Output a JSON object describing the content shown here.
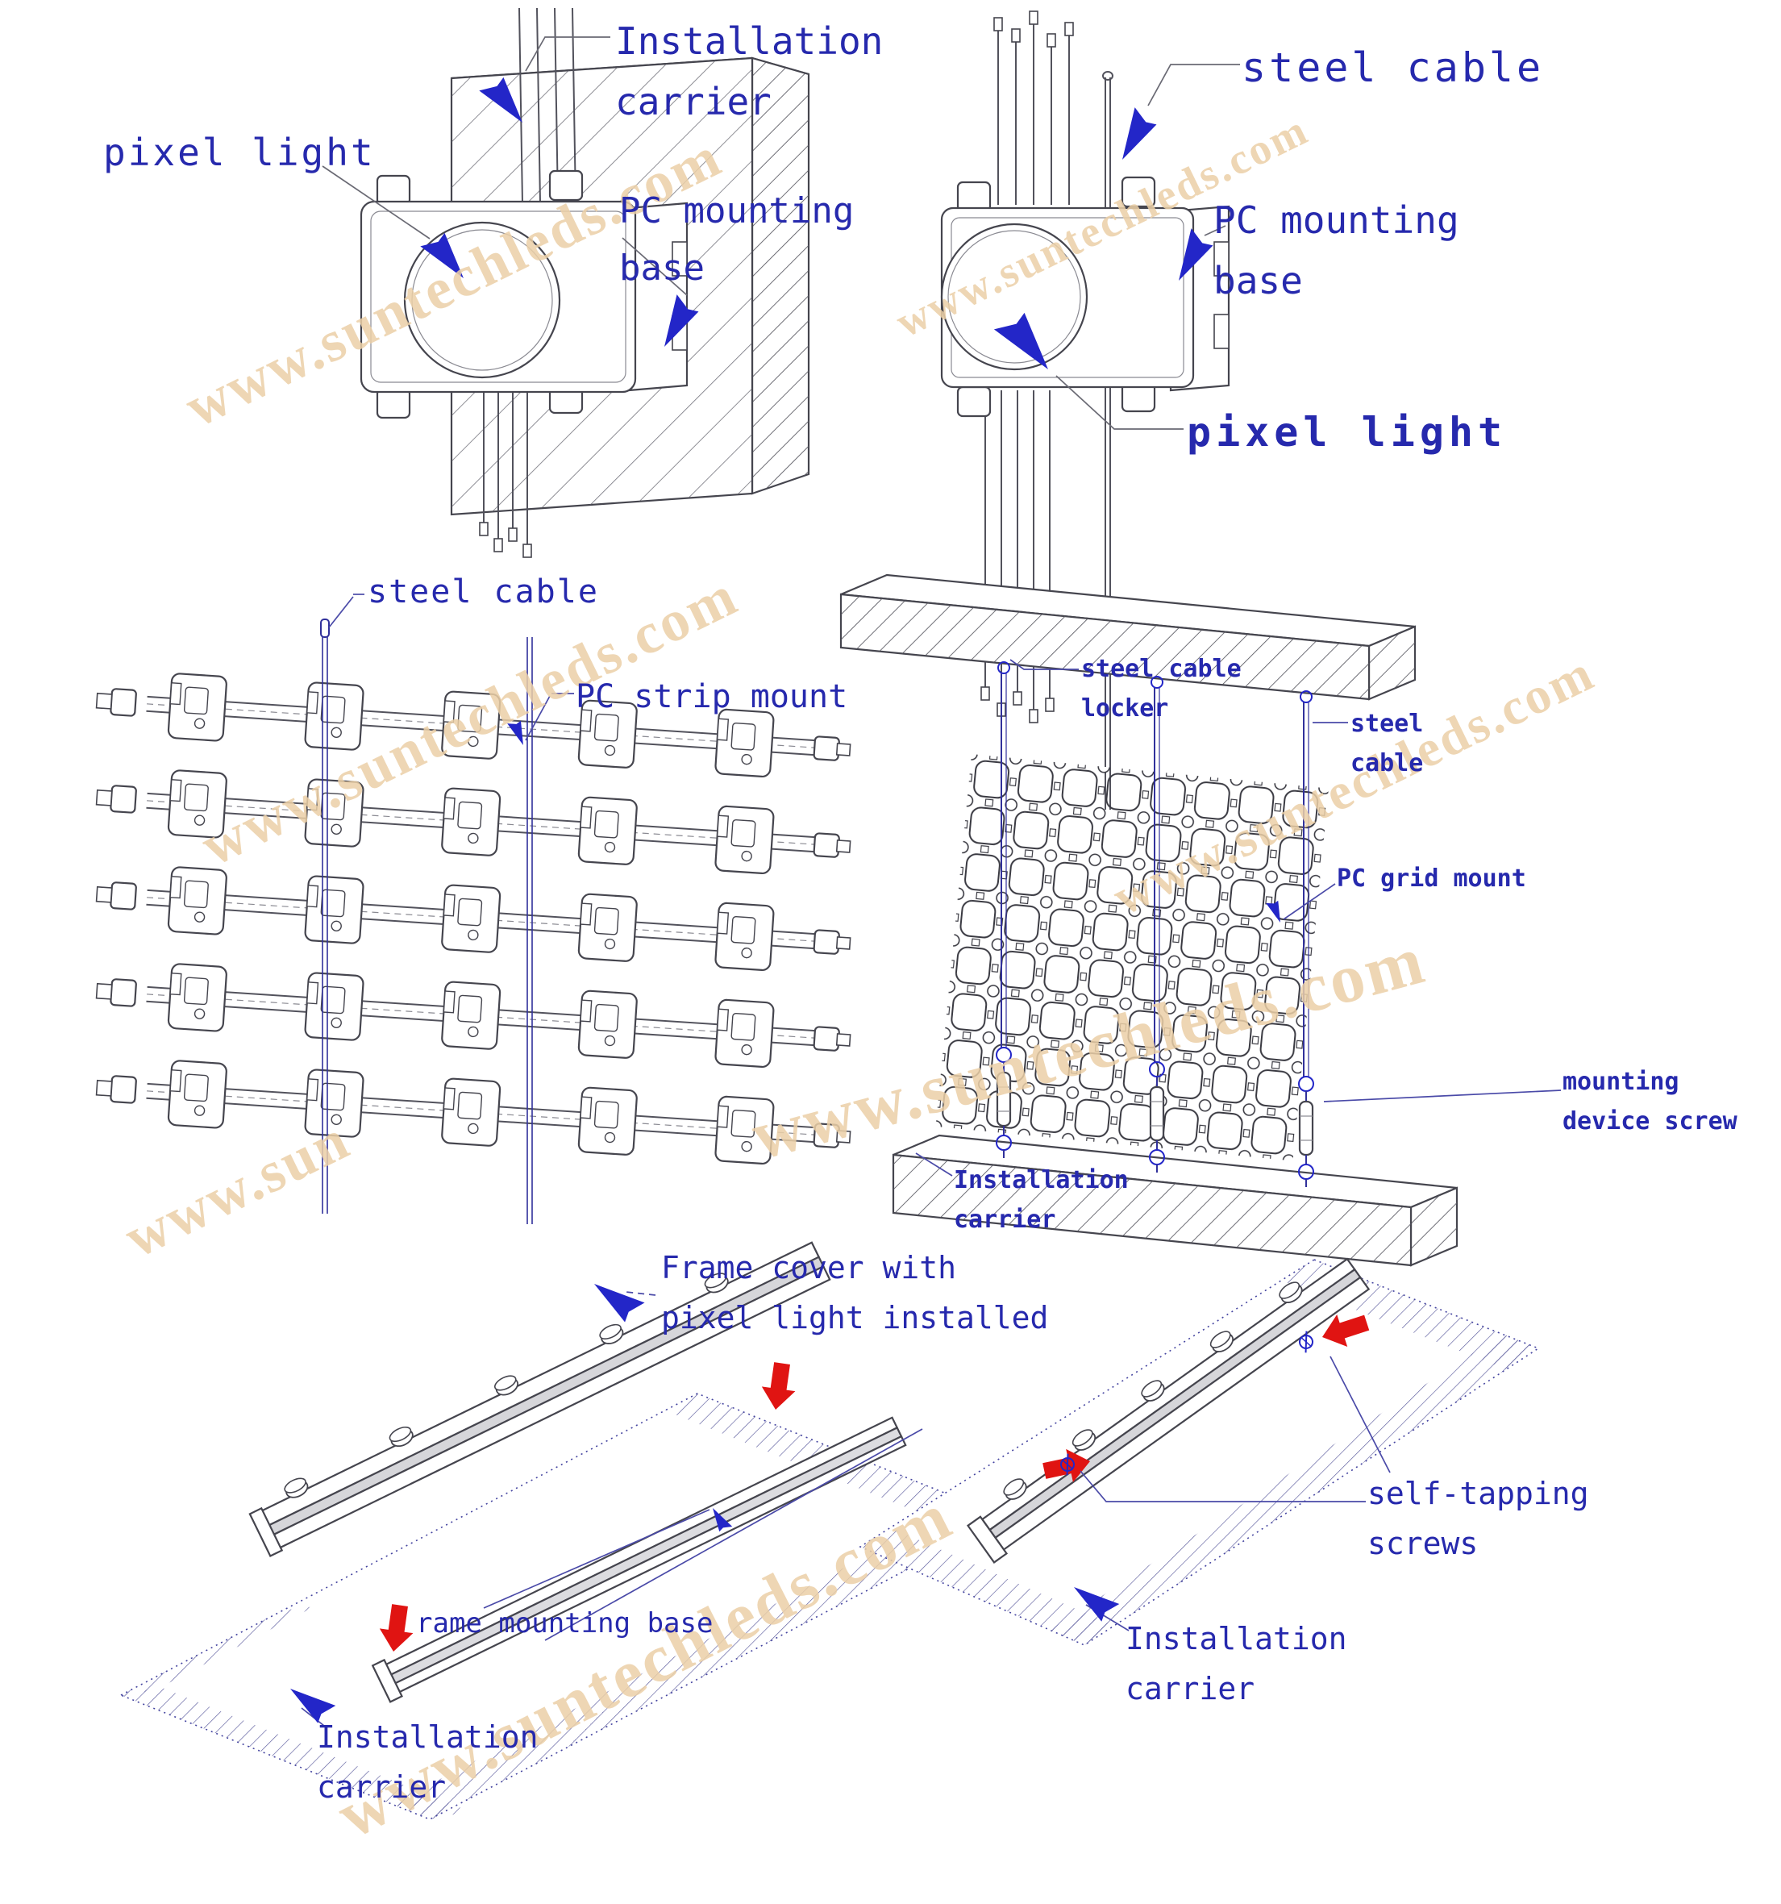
{
  "title": "LED pixel light installation methods diagram",
  "colors": {
    "label": "#2629ad",
    "watermark": "#ecd0a7",
    "blue": "#2326c8",
    "red": "#e01412",
    "cable": "#31319b",
    "line": "#52525c"
  },
  "watermark": {
    "text": "www.suntechleds.com",
    "fragment": "www.sun"
  },
  "panels": {
    "wall_mount": {
      "labels": {
        "installation_carrier": [
          "Installation",
          "carrier"
        ],
        "pixel_light": [
          "pixel light"
        ],
        "pc_mounting_base": [
          "PC mounting",
          "base"
        ]
      }
    },
    "cable_mount": {
      "labels": {
        "steel_cable": [
          "steel cable"
        ],
        "pc_mounting_base": [
          "PC mounting",
          "base"
        ],
        "pixel_light": [
          "pixel light"
        ]
      }
    },
    "strip_mount": {
      "labels": {
        "steel_cable": [
          "steel cable"
        ],
        "pc_strip_mount": [
          "PC strip mount"
        ]
      }
    },
    "grid_mount": {
      "labels": {
        "steel_cable_locker": [
          "steel cable",
          "locker"
        ],
        "steel_cable": [
          "steel",
          "cable"
        ],
        "pc_grid_mount": [
          "PC grid mount"
        ],
        "mounting_device_screw": [
          "mounting",
          "device screw"
        ],
        "installation_carrier": [
          "Installation",
          "carrier"
        ]
      }
    },
    "frame_mount": {
      "labels": {
        "frame_cover": [
          "Frame cover with",
          "pixel light installed"
        ],
        "frame_mounting_base": [
          "rame mounting base"
        ],
        "installation_carrier": [
          "Installation",
          "carrier"
        ]
      }
    },
    "screw_mount": {
      "labels": {
        "self_tapping_screws": [
          "self-tapping",
          "screws"
        ],
        "installation_carrier": [
          "Installation",
          "carrier"
        ]
      }
    }
  }
}
